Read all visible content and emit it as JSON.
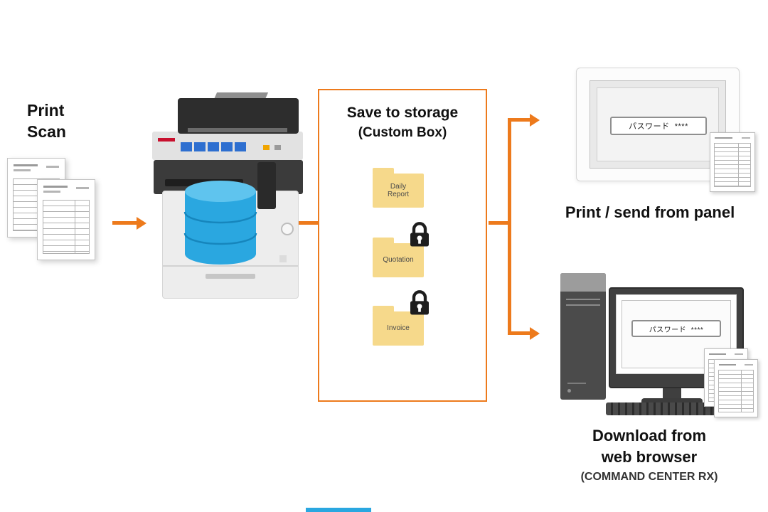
{
  "colors": {
    "accent_orange": "#ED7A1C",
    "folder_yellow": "#F6D98B",
    "database_blue": "#2AA7E0",
    "lock_black": "#1d1d1d"
  },
  "labels": {
    "print_scan": "Print\nScan"
  },
  "storage_box": {
    "title_line1": "Save to storage",
    "title_line2": "(Custom Box)",
    "folders": [
      {
        "label": "Daily\nReport",
        "locked": false
      },
      {
        "label": "Quotation",
        "locked": true
      },
      {
        "label": "Invoice",
        "locked": true
      }
    ]
  },
  "panel_output": {
    "password_field": "パスワード  ****",
    "caption": "Print / send from panel"
  },
  "browser_output": {
    "password_field": "パスワード  ****",
    "caption": "Download from\nweb browser",
    "subcaption": "(COMMAND CENTER RX)"
  }
}
